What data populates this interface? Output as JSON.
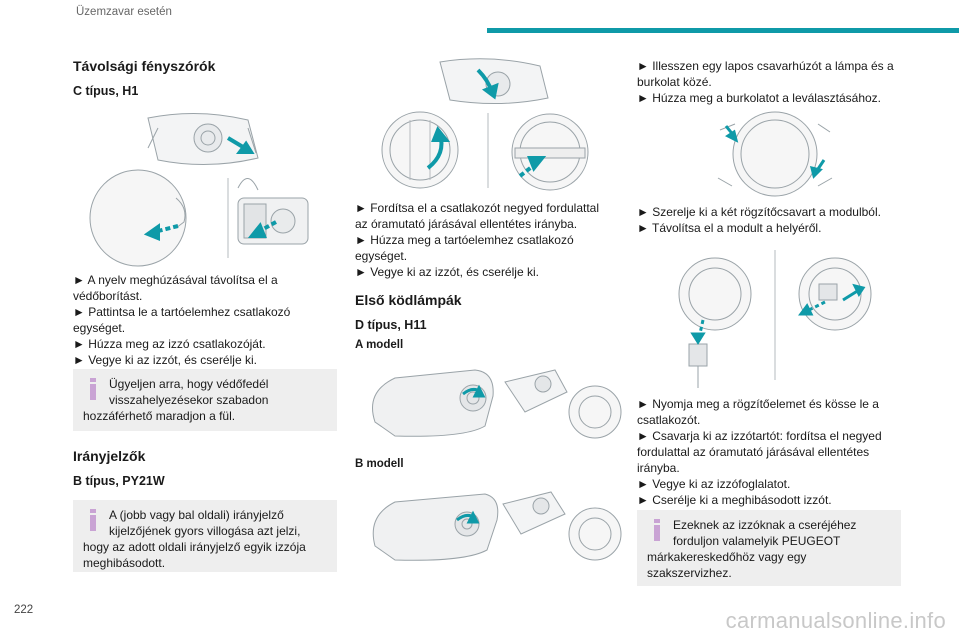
{
  "header": {
    "title": "Üzemzavar esetén"
  },
  "page_number": "222",
  "watermark": "carmanualsonline.info",
  "col1": {
    "heading_main": "Távolsági fényszórók",
    "subheading": "C típus, H1",
    "steps": [
      "► A nyelv meghúzásával távolítsa el a",
      "védőborítást.",
      "► Pattintsa le a tartóelemhez csatlakozó",
      "egységet.",
      "► Húzza meg az izzó csatlakozóját.",
      "► Vegye ki az izzót, és cserélje ki."
    ],
    "note": [
      "Ügyeljen arra, hogy védőfedél",
      "visszahelyezésekor szabadon",
      "hozzáférhető maradjon a fül."
    ],
    "heading2": "Irányjelzők",
    "subheading2": "B típus, PY21W",
    "note2": [
      "A (jobb vagy bal oldali) irányjelző",
      "kijelzőjének gyors villogása azt jelzi,",
      "hogy az adott oldali irányjelző egyik izzója",
      "meghibásodott."
    ]
  },
  "col2": {
    "steps": [
      "► Fordítsa el a csatlakozót negyed fordulattal",
      "az óramutató járásával ellentétes irányba.",
      "► Húzza meg a tartóelemhez csatlakozó",
      "egységet.",
      "► Vegye ki az izzót, és cserélje ki."
    ],
    "heading": "Első ködlámpák",
    "subheading": "D típus, H11",
    "model_a": "A modell",
    "model_b": "B modell"
  },
  "col3": {
    "steps1": [
      "► Illesszen egy lapos csavarhúzót a lámpa és a",
      "burkolat közé.",
      "► Húzza meg a burkolatot a leválasztásához."
    ],
    "steps2": [
      "► Szerelje ki a két rögzítőcsavart a modulból.",
      "► Távolítsa el a modult a helyéről."
    ],
    "steps3": [
      "► Nyomja meg a rögzítőelemet és kösse le a",
      "csatlakozót.",
      "► Csavarja ki az izzótartót: fordítsa el negyed",
      "fordulattal az óramutató járásával ellentétes",
      "irányba.",
      "► Vegye ki az izzófoglalatot.",
      "► Cserélje ki a meghibásodott izzót."
    ],
    "note": [
      "Ezeknek az izzóknak a cseréjéhez",
      "forduljon valamelyik PEUGEOT",
      "márkakereskedőhöz vagy egy",
      "szakszervizhez."
    ]
  },
  "colors": {
    "accent": "#0f9aa8",
    "note_bg": "#eeeeee",
    "note_icon": "#c9a3d4"
  },
  "icons": [
    "info-icon",
    "headlamp-illustration",
    "foglamp-illustration"
  ]
}
